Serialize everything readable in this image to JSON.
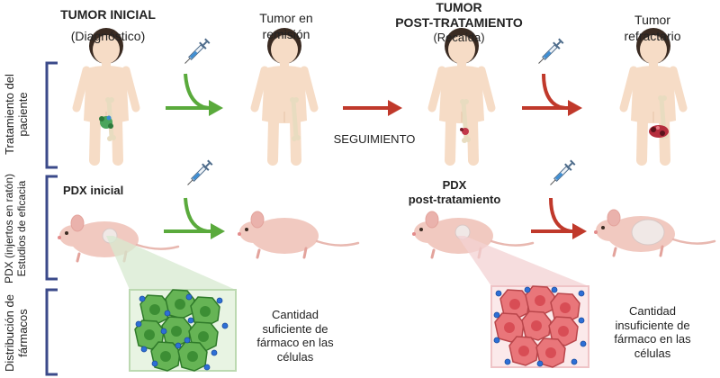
{
  "columns": {
    "col1": {
      "title": "TUMOR INICIAL",
      "subtitle": "(Diagnóstico)"
    },
    "col2": {
      "title_line1": "Tumor en",
      "title_line2": "remisión"
    },
    "col3": {
      "title_line1": "TUMOR",
      "title_line2": "POST-TRATAMIENTO",
      "subtitle": "(Recaída)"
    },
    "col4": {
      "title_line1": "Tumor",
      "title_line2": "refractario"
    }
  },
  "follow_up_label": "SEGUIMIENTO",
  "rows": {
    "patient": {
      "label_line1": "Tratamiento del",
      "label_line2": "paciente"
    },
    "pdx": {
      "label_line1": "PDX (injertos en ratón)",
      "label_line2": "Estudios de eficacia"
    },
    "drug": {
      "label_line1": "Distribución de",
      "label_line2": "fármacos"
    }
  },
  "pdx": {
    "initial_label": "PDX inicial",
    "post_label_line1": "PDX",
    "post_label_line2": "post-tratamiento"
  },
  "drug_distribution": {
    "sufficient": [
      "Cantidad",
      "suficiente de",
      "fármaco en las",
      "células"
    ],
    "insufficient": [
      "Cantidad",
      "insuficiente de",
      "fármaco en las",
      "células"
    ]
  },
  "colors": {
    "green_arrow": "#5aaa3c",
    "red_arrow": "#c0392b",
    "bracket": "#3b4a8a",
    "skin": "#f6dcc6",
    "hair": "#3a2b22",
    "mouse": "#f1c9c0",
    "green_cell": "#66b455",
    "red_cell": "#e9767a",
    "drug_dot": "#2d6fd6"
  },
  "icons": [
    "syringe-icon",
    "child-icon",
    "mouse-icon",
    "tumor-icon",
    "cell-cluster-icon",
    "drug-dot-icon"
  ]
}
